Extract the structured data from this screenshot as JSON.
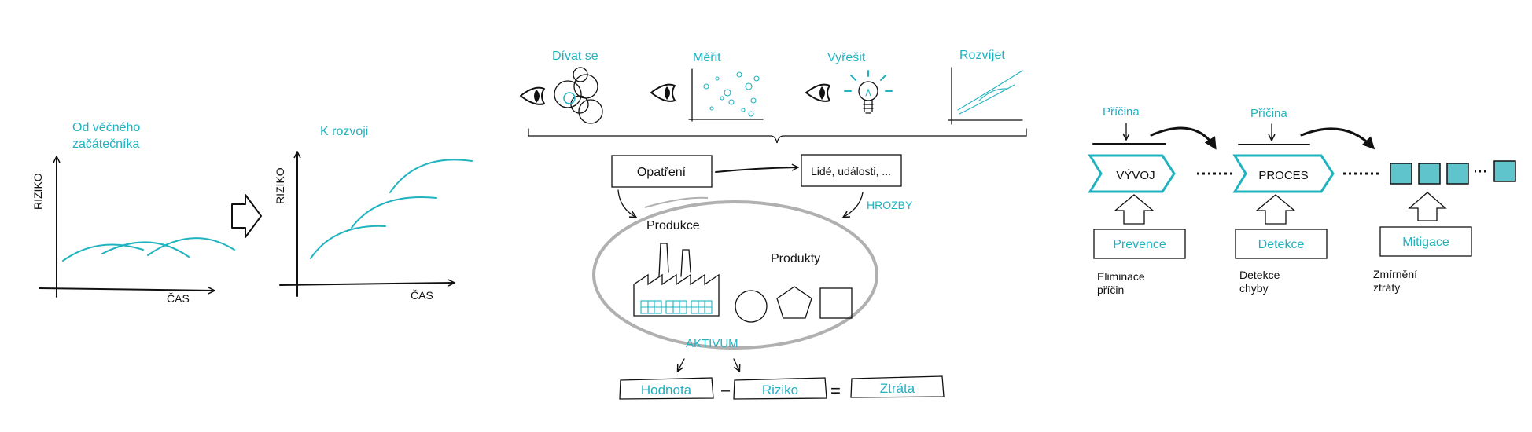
{
  "colors": {
    "accent": "#1fb3c0",
    "ink": "#111111",
    "ellipse": "#b0b0b0",
    "square_fill": "#5fc4cc"
  },
  "left": {
    "chart1": {
      "title_line1": "Od věčného",
      "title_line2": "začátečníka",
      "ylabel": "RIZIKO",
      "xlabel": "ČAS"
    },
    "chart2": {
      "title": "K rozvoji",
      "ylabel": "RIZIKO",
      "xlabel": "ČAS"
    }
  },
  "middle": {
    "steps": [
      "Dívat se",
      "Měřit",
      "Vyřešit",
      "Rozvíjet"
    ],
    "opatreni": "Opatření",
    "lide": "Lidé, události, ...",
    "hrozby": "HROZBY",
    "produkce": "Produkce",
    "produkty": "Produkty",
    "aktivum": "AKTIVUM",
    "equation": {
      "hodnota": "Hodnota",
      "minus": "–",
      "riziko": "Riziko",
      "equals": "=",
      "ztrata": "Ztráta"
    }
  },
  "right": {
    "pricina1": "Příčina",
    "pricina2": "Příčina",
    "vyvoj": "VÝVOJ",
    "proces": "PROCES",
    "prevence": "Prevence",
    "detekce": "Detekce",
    "mitigace": "Mitigace",
    "desc1_line1": "Eliminace",
    "desc1_line2": "příčin",
    "desc2_line1": "Detekce",
    "desc2_line2": "chyby",
    "desc3_line1": "Zmírnění",
    "desc3_line2": "ztráty"
  }
}
